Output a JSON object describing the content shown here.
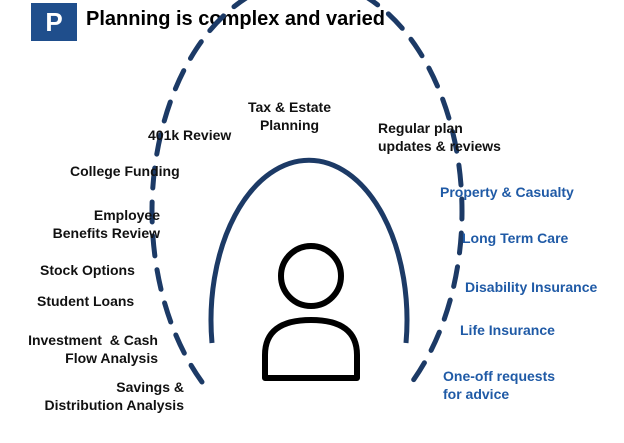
{
  "header": {
    "badge_letter": "P",
    "title": "Planning is complex and varied"
  },
  "colors": {
    "brand_blue": "#1f4e8c",
    "accent_blue": "#1f5aa6",
    "arc_navy": "#1c3a66",
    "text_dark": "#111111"
  },
  "icon": "person-icon",
  "labels": {
    "tax_estate": "Tax & Estate\nPlanning",
    "k401_review": "401k Review",
    "regular_plan": "Regular plan\nupdates & reviews",
    "college_funding": "College Funding",
    "employee_benefits": "Employee\nBenefits Review",
    "stock_options": "Stock Options",
    "student_loans": "Student Loans",
    "investment_cash": "Investment  & Cash\nFlow Analysis",
    "savings_dist": "Savings &\nDistribution Analysis",
    "property_casualty": "Property & Casualty",
    "long_term_care": "Long Term Care",
    "disability": "Disability Insurance",
    "life_insurance": "Life Insurance",
    "one_off": "One-off requests\nfor advice"
  }
}
